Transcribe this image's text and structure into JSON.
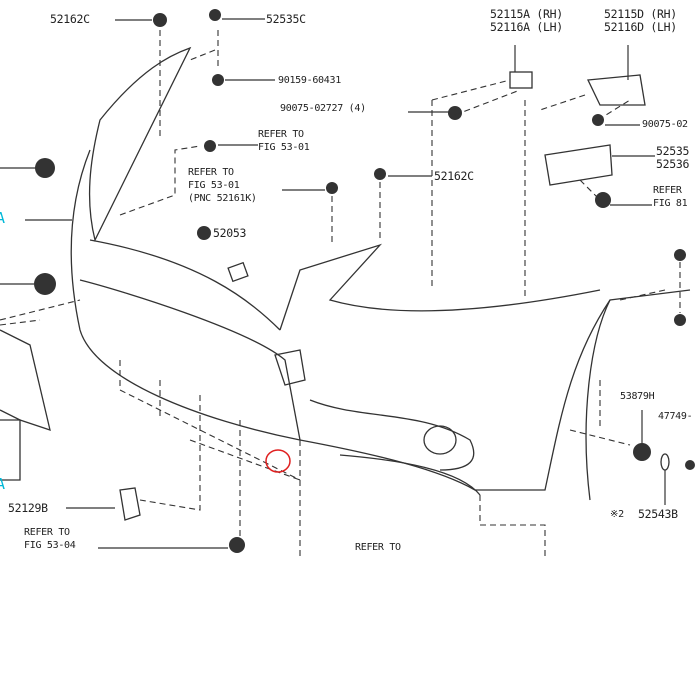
{
  "labels": {
    "l52162c_top": "52162C",
    "l52535c": "52535C",
    "l90159": "90159-60431",
    "l90075_4": "90075-02727 (4)",
    "refer1a": "REFER TO",
    "refer1b": "FIG 53-01",
    "refer2a": "REFER TO",
    "refer2b": "FIG 53-01",
    "refer2c": "(PNC 52161K)",
    "l52053": "52053",
    "l52162c_mid": "52162C",
    "l52115a": "52115A (RH)",
    "l52116a": "52116A (LH)",
    "l52115d": "52115D (RH)",
    "l52116d": "52116D (LH)",
    "l90075_r": "90075-02",
    "l52535": "52535",
    "l52536": "52536",
    "refer3a": "REFER",
    "refer3b": "FIG 81",
    "l53879h": "53879H",
    "l47749": "47749-",
    "l52543b": "52543B",
    "mark2": "※2",
    "l52129b": "52129B",
    "refer4a": "REFER TO",
    "refer4b": "FIG 53-04",
    "refer5a": "REFER TO",
    "cyan_a1": "A",
    "cyan_a2": "A"
  },
  "colors": {
    "line": "#333333",
    "highlight": "#e02020",
    "callout": "#00b8d8"
  }
}
